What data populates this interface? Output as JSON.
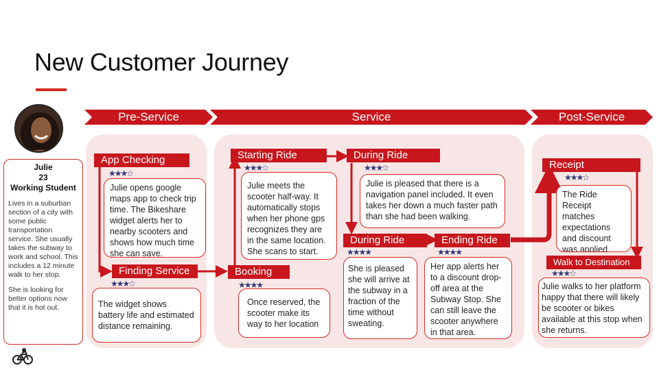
{
  "slide": {
    "title": "New Customer Journey"
  },
  "phases": [
    {
      "label": "Pre-Service"
    },
    {
      "label": "Service"
    },
    {
      "label": "Post-Service"
    }
  ],
  "persona": {
    "name": "Julie",
    "age": "23",
    "role": "Working Student",
    "bio": "Lives in a suburban section of a city with some public transportation service. She usually takes the subway to work and school. This includes a 12 minute walk to her stop.",
    "note": "She is looking for better options now that it is hot out."
  },
  "steps": [
    {
      "label": "App Checking",
      "rating": "★★★☆",
      "description": "Julie opens google maps app to check trip time. The Bikeshare widget alerts her to nearby scooters and shows how much time she can save."
    },
    {
      "label": "Finding Service",
      "rating": "★★★☆",
      "description": "The widget shows battery life and estimated distance remaining."
    },
    {
      "label": "Starting Ride",
      "rating": "★★★☆",
      "description": "Julie meets the scooter half-way. It automatically stops when her phone gps recognizes they are in the same location. She scans to start."
    },
    {
      "label": "Booking",
      "rating": "★★★★",
      "description": "Once reserved, the scooter make its way to her location"
    },
    {
      "label": "During Ride",
      "rating": "★★★☆",
      "description": "Julie is pleased that there is a navigation panel included. It even takes her down a much faster path than she had been walking."
    },
    {
      "label": "During Ride",
      "rating": "★★★★",
      "description": "She is pleased she will arrive at the subway in a fraction of the time without sweating."
    },
    {
      "label": "Ending Ride",
      "rating": "★★★★",
      "description": "Her app alerts her to a discount drop-off area at the Subway Stop. She can still leave the scooter anywhere in that area."
    },
    {
      "label": "Receipt",
      "rating": "★★★☆",
      "description": "The Ride Receipt matches expectations and discount was applied"
    },
    {
      "label": "Walk to Destination",
      "rating": "★★★☆",
      "description": "Julie walks to her platform happy that there will likely be scooter or bikes available at this stop when she returns."
    }
  ],
  "colors": {
    "accent": "#c8161d",
    "region": "#f8e6e6",
    "stars": "#2f3b77"
  },
  "icons": {
    "persona_icon": "bicycle-icon",
    "avatar": "persona-photo"
  }
}
